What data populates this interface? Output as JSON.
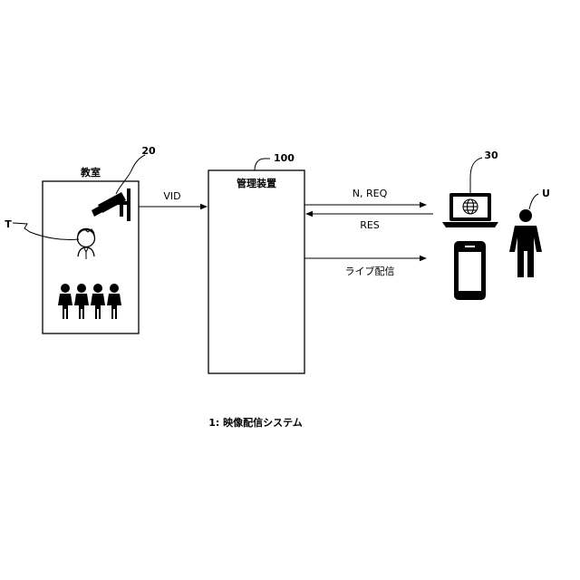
{
  "system": {
    "caption": "1: 映像配信システム"
  },
  "classroom": {
    "title": "教室",
    "camera_ref": "20",
    "teacher_ref": "T"
  },
  "management": {
    "title": "管理装置",
    "ref": "100"
  },
  "user_side": {
    "terminal_ref": "30",
    "user_ref": "U"
  },
  "flows": {
    "vid": "VID",
    "request": "N, REQ",
    "response": "RES",
    "live": "ライブ配信"
  }
}
